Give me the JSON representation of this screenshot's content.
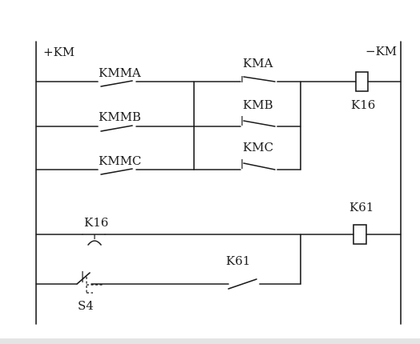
{
  "diagram": {
    "bus_positive": "+KM",
    "bus_negative": "−KM",
    "contacts": {
      "kmma": "KMMA",
      "kmmb": "KMMB",
      "kmmc": "KMMC",
      "kma": "KMA",
      "kmb": "KMB",
      "kmc": "KMC",
      "k16": "K16",
      "k61": "K61",
      "s4": "S4"
    },
    "coils": {
      "k16": "K16",
      "k61": "K61"
    }
  }
}
